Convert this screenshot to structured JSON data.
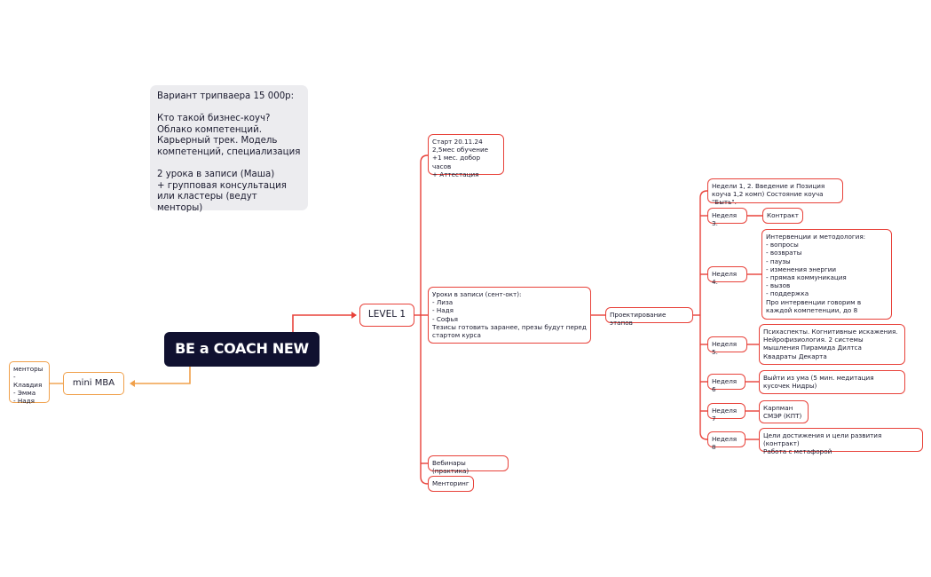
{
  "note": {
    "text": "Вариант трипваера 15 000р:\n\nКто такой бизнес-коуч? Облако компетенций. Карьерный трек. Модель компетенций, специализация\n\n2 урока в записи (Маша)\n+ групповая консультация или кластеры (ведут менторы)"
  },
  "root": {
    "label": "BE a COACH NEW"
  },
  "left_branch": {
    "mini_mba": "mini MBA",
    "mentors": "менторы\n- Клавдия\n- Эмма\n- Надя"
  },
  "level1": {
    "label": "LEVEL 1",
    "start": "Старт 20.11.24\n2,5мес обучение\n+1 мес. добор часов\n+ Аттестация",
    "lessons": "Уроки в записи (сент-окт):\n- Лиза\n- Надя\n- Софья\nТезисы готовить заранее, презы будут перед стартом курса",
    "webinars": "Вебинары (практика)",
    "mentoring": "Менторинг",
    "design": "Проектирование этапов"
  },
  "weeks": {
    "w12": "Недели 1, 2. Введение и Позиция коуча 1,2 комп) Состояние коуча \"Быть\".",
    "w3": "Неделя 3.",
    "w3_detail": "Контракт",
    "w4": "Неделя 4.",
    "w4_detail": "Интервенции и методология:\n- вопросы\n- возвраты\n- паузы\n- изменения энергии\n- прямая коммуникация\n- вызов\n- поддержка\nПро интервенции говорим в каждой компетенции, до 8",
    "w5": "Неделя 5.",
    "w5_detail": "Психаспекты. Когнитивные искажения. Нейрофизиология. 2 системы мышления Пирамида Дилтса\nКвадраты Декарта",
    "w6": "Неделя 6",
    "w6_detail": "Выйти из ума (5 мин. медитация кусочек Нидры)",
    "w7": "Неделя 7",
    "w7_detail": "Карпман\nСМЭР (КПТ)",
    "w8": "Неделя 8",
    "w8_detail": "Цели достижения и цели развития (контракт)\nРабота с метафорой"
  },
  "colors": {
    "red": "#e8423a",
    "orange": "#f0a04a",
    "root_bg": "#101130",
    "note_bg": "#ececef"
  }
}
